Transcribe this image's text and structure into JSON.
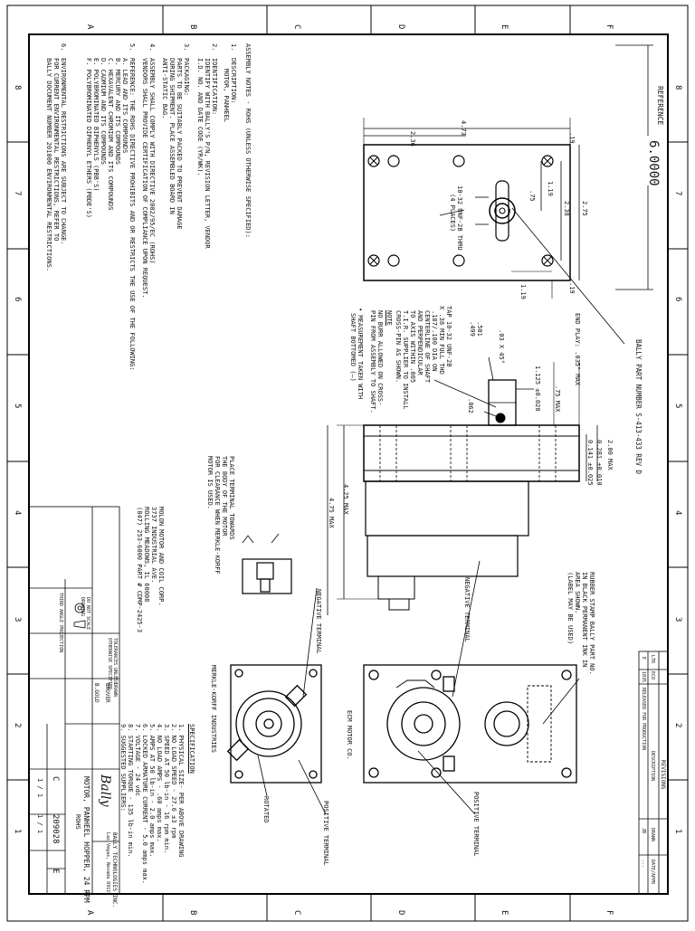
{
  "border": {
    "cols_top": [
      "A",
      "B",
      "C",
      "D",
      "E",
      "F"
    ],
    "rows": [
      "8",
      "7",
      "6",
      "5",
      "4",
      "3",
      "2",
      "1"
    ]
  },
  "reference": {
    "label": "REFERENCE",
    "value": "6.0000"
  },
  "notes": {
    "heading": "ASSEMBLY NOTES - ROHS (UNLESS OTHERWISE SPECIFIED):",
    "items": [
      {
        "n": "1.",
        "lines": [
          "DESCRIPTION:",
          "MOTOR, PANHEEL"
        ]
      },
      {
        "n": "2.",
        "lines": [
          "IDENTIFICATION:",
          "IDENTIFY WITH BALLY'S P/N, REVISION LETTER, VENDOR",
          "I.D. NO. AND DATE CODE (YR/WK)."
        ]
      },
      {
        "n": "3.",
        "lines": [
          "PACKAGING:",
          "PARTS TO BE SUITABLY PACKED TO PREVENT DAMAGE",
          "DURING SHIPMENT. PLACE ASSEMBLED BOARD IN",
          "ANTI-STATIC BAG."
        ]
      },
      {
        "n": "4.",
        "lines": [
          "ASSEMBLY SHALL COMPLY WITH DIRECTIVE 2002/95/EC (ROHS)",
          "VENDORS SHALL PROVIDE CERTIFICATION OF COMPLIANCE UPON REQUEST."
        ]
      },
      {
        "n": "5.",
        "lines": [
          "REFERENCE: THE ROHS DIRECTIVE PROHIBITS AND OR RESTRICTS THE USE OF THE FOLLOWING:",
          "A. LEAD AND ITS COMPOUNDS",
          "B. MERCURY AND ITS COMPOUNDS",
          "C. HEXAVALENT CHROMIUM AND ITS COMPOUNDS",
          "D. CADMIUM AND ITS COMPOUNDS",
          "E. POLYBROMINATED BIPHENYLS (PBB'S)",
          "F. POLYBROMINATED DIPHENYL ETHERS (PBDE'S)"
        ]
      },
      {
        "n": "6.",
        "lines": [
          "ENVIRONMENTAL RESTRICTIONS ARE SUBJECT TO CHANGE.",
          "FOR CURRENT ENVIRONMENTAL RESTRICTIONS, REFER TO",
          "BALLY DOCUMENT NUMBER 201000 ENVIRONMENTAL RESTRICTIONS."
        ]
      }
    ]
  },
  "top_view": {
    "dims": {
      "d473": "4.73",
      "d236": "2.36",
      "d019a": ".19",
      "d119a": "1.19",
      "d275": "2.75",
      "d238": "2.38",
      "d075": ".75",
      "d119b": "1.19",
      "d019b": ".19"
    },
    "hole_note": [
      "10-32 UNF-2B THRU",
      "(4 PLACES)"
    ]
  },
  "side_view": {
    "bally_part": "BALLY PART NUMBER S-413-433 REV D",
    "end_play": "END PLAY: .035\" MAX",
    "dims": {
      "d1125": "1.125 ±0.020",
      "d075": ".75 MAX",
      "d200": "2.00 MAX",
      "d0281": "0.281 ±0.010",
      "d0141": "0.141 ±0.025",
      "d062": ".062",
      "d003x45": ".03 X 45°",
      "d501": ".501",
      "d499": ".499",
      "d425": "4.25 MAX",
      "d475": "4.75 MAX"
    },
    "tap_note": [
      "TAP 10-32 UNF-2B",
      "X .38 MIN FULL THD"
    ],
    "pin_note": [
      ".187/.180 DIA ON",
      "CENTERLINE OF SHAFT",
      "AND PERPENDICULAR",
      "TO AXIS WITHIN .005",
      "T.I.R. SUPPLIER TO INSTALL",
      "CROSS-PIN AS SHOWN."
    ],
    "note_head": "NOTE",
    "note_lines": [
      "NO BURR ALLOWED ON CROSS-",
      "PIN FROM ASSEMBLY TO SHAFT."
    ],
    "measure_note": [
      "• MEASUREMENT TAKEN WITH",
      "SHAFT BOTTOMED (—)"
    ],
    "place_note": [
      "PLACE TERMINAL TOWARDS",
      "THE BODY OF THE MOTOR",
      "FOR CLEARANCE WHEN MERKLE-KORFF",
      "MOTOR IS USED."
    ]
  },
  "vendors": {
    "molon": [
      "MOLON MOTOR AND COIL CORP.",
      "3737 INDUSTRIAL AVE.",
      "ROLLING MEADOWS, IL 60008",
      "(847) 253-6000 PART # CDMP-2425-3"
    ],
    "negative_terminal": "NEGATIVE TERMINAL",
    "negative_terminal_2": "NEGATIVE TERMINAL",
    "positive_terminal": "POSITIVE TERMINAL",
    "positive_terminal_2": "POSITIVE TERMINAL",
    "rotated": "ROTATED",
    "ecm": "ECM MOTOR CO.",
    "merkle": "MERKLE-KORFF INDUSTRIES",
    "stamp": [
      "RUBBER STAMP BALLY PART NO.",
      "IN BLACK PERMANENT INK IN",
      "AREA SHOWN.",
      "(LABEL MAY BE USED)"
    ]
  },
  "spec": {
    "title": "SPECIFICATION",
    "items": [
      "1. PHYSICAL SIZE- PER ABOVE DRAWING",
      "2. NO LOAD SPEED - 27.6 ±3 rpm",
      "3. SPEED AT 50 lb-in - 16 rpm min.",
      "4. NO LOAD AMPS - .60 amps max.",
      "5. AMPS AT 50 lb-in - 2.0 amps max.",
      "6. LOCKED ARMATURE CURRENT - 5.0 amps max.",
      "7. VOLTAGE - 24 vdc",
      "8. STARTING TORQUE - 135 lb-in min.",
      "9. SUGGESTED SUPPLIERS:"
    ]
  },
  "title_block": {
    "company": "BALLY TECHNOLOGIES INC.",
    "company_city": "Las Vegas, Nevada 89119",
    "logo": "Bally",
    "title": "MOTOR, PANHEEL HOPPER, 24 RPM",
    "title_sub": "ROHS",
    "dwg_no": "209028",
    "size": "C",
    "rev": "E",
    "sheet": "1 / 1",
    "scale": "1 / 1",
    "drawn_label": "DRAWN",
    "drawn": "BHOVER",
    "design": "B.GOLD",
    "tolerance": [
      "TOLERANCES UNLESS",
      "OTHERWISE SPECIFIED"
    ],
    "small": [
      "DO NOT SCALE",
      "DRAWING"
    ],
    "third_angle": "THIRD ANGLE PROJECTION",
    "rev_head": "REVISIONS",
    "rev_cols": [
      "LTR",
      "ECO",
      "DESCRIPTION",
      "DRAWN",
      "DATE/APPR"
    ],
    "rev_row": [
      "E",
      "1035",
      "RELEASED FOR PRODUCTION",
      "JB",
      "..."
    ]
  }
}
